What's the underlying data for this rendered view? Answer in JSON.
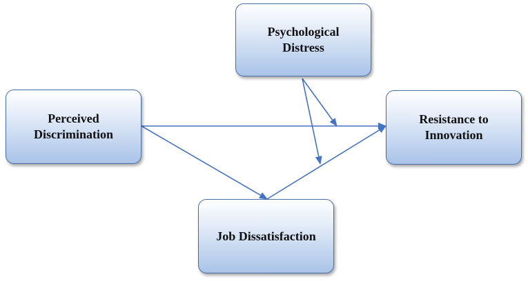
{
  "nodes": {
    "perceived_discrimination": "Perceived\nDiscrimination",
    "psychological_distress": "Psychological\nDistress",
    "resistance_to_innovation": "Resistance to\nInnovation",
    "job_dissatisfaction": "Job Dissatisfaction"
  },
  "colors": {
    "arrow": "#4472c4",
    "node_border": "#4a6fa5",
    "node_fill_top": "#ffffff",
    "node_fill_bottom": "#a9c3e8"
  }
}
